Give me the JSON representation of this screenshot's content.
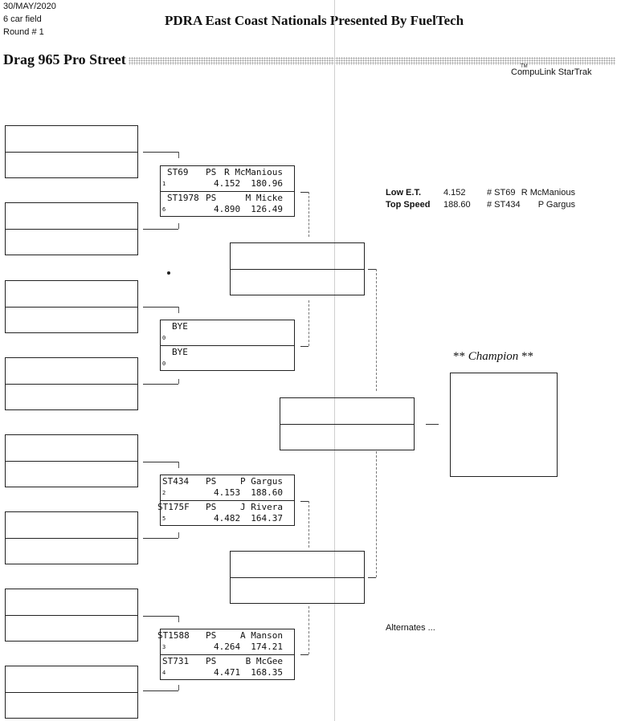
{
  "header": {
    "date": "30/MAY/2020",
    "field": "6 car field",
    "round": "Round # 1",
    "title": "PDRA East Coast Nationals Presented By FuelTech",
    "event": "Drag 965 Pro Street",
    "brand": "CompuLink StarTrak",
    "brand_mark": "TM"
  },
  "matches": [
    {
      "top": {
        "car": "ST69",
        "cls": "PS",
        "driver": "R McManious",
        "seed": "1",
        "et": "4.152",
        "speed": "180.96"
      },
      "bottom": {
        "car": "ST1978",
        "cls": "PS",
        "driver": "M Micke",
        "seed": "6",
        "et": "4.890",
        "speed": "126.49"
      }
    },
    {
      "top": {
        "car": "BYE",
        "cls": "",
        "driver": "",
        "seed": "0",
        "et": "",
        "speed": ""
      },
      "bottom": {
        "car": "BYE",
        "cls": "",
        "driver": "",
        "seed": "0",
        "et": "",
        "speed": ""
      }
    },
    {
      "top": {
        "car": "ST434",
        "cls": "PS",
        "driver": "P Gargus",
        "seed": "2",
        "et": "4.153",
        "speed": "188.60"
      },
      "bottom": {
        "car": "ST175F",
        "cls": "PS",
        "driver": "J Rivera",
        "seed": "5",
        "et": "4.482",
        "speed": "164.37"
      }
    },
    {
      "top": {
        "car": "ST1588",
        "cls": "PS",
        "driver": "A Manson",
        "seed": "3",
        "et": "4.264",
        "speed": "174.21"
      },
      "bottom": {
        "car": "ST731",
        "cls": "PS",
        "driver": "B McGee",
        "seed": "4",
        "et": "4.471",
        "speed": "168.35"
      }
    }
  ],
  "stats": {
    "low_et": {
      "label": "Low  E.T.",
      "value": "4.152",
      "car": "# ST69",
      "driver": "R McManious"
    },
    "top_speed": {
      "label": "Top Speed",
      "value": "188.60",
      "car": "# ST434",
      "driver": "P Gargus"
    }
  },
  "champion": {
    "label": "Champion",
    "stars": "**"
  },
  "alternates": "Alternates ..."
}
